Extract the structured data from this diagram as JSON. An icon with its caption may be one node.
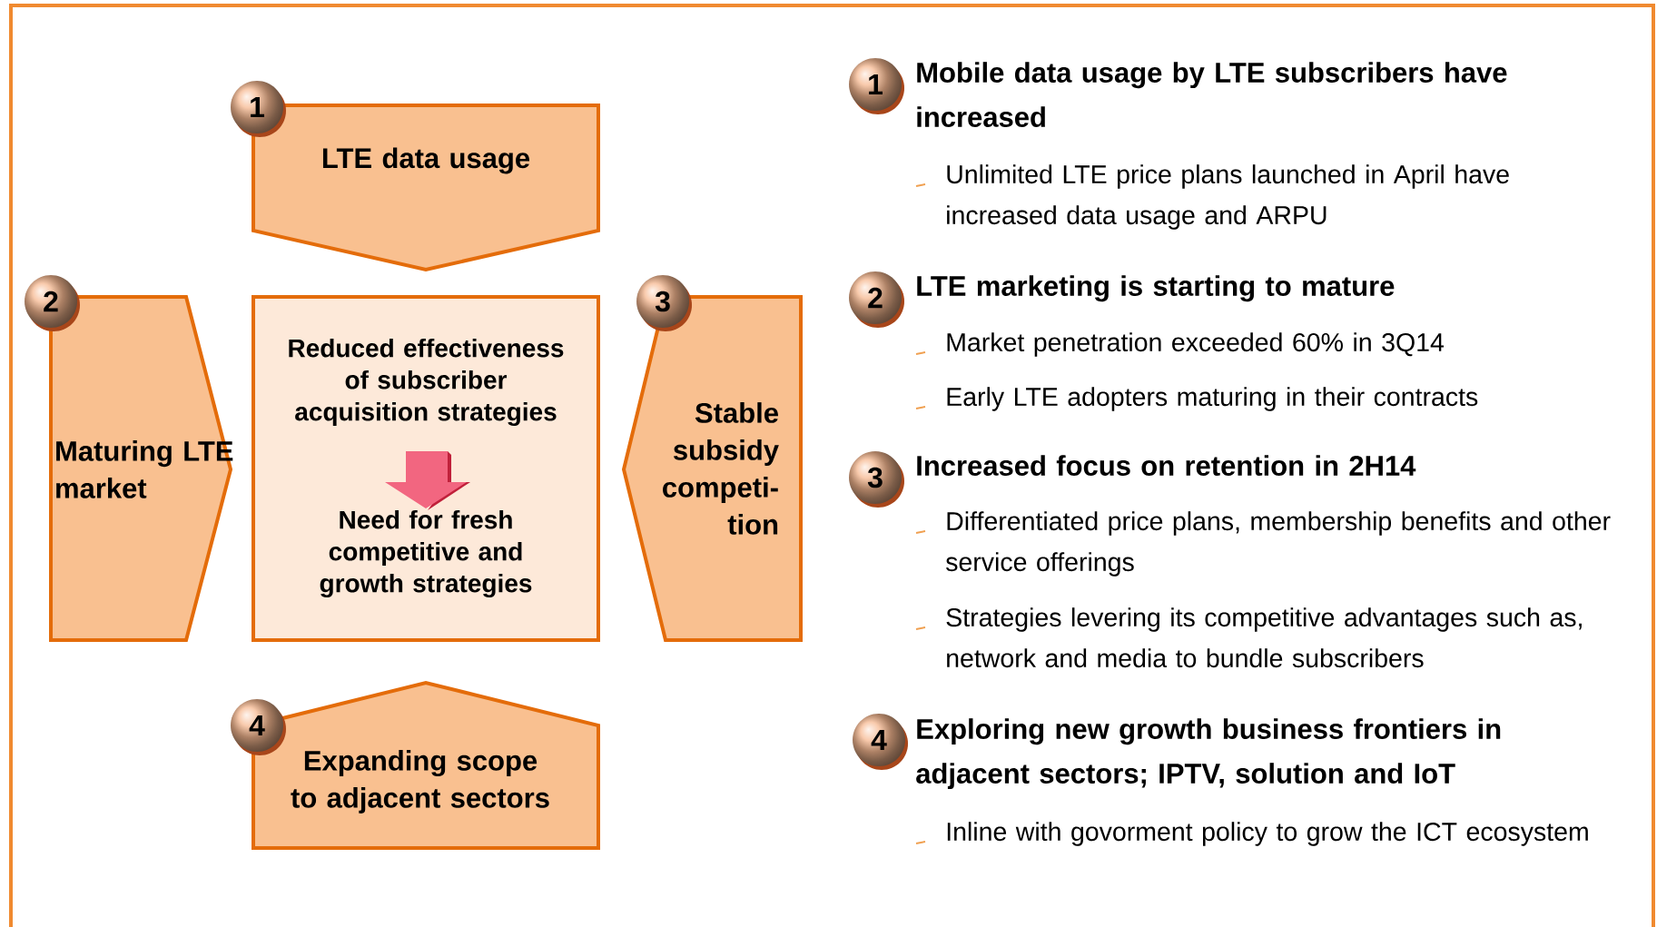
{
  "diagram": {
    "nodes": [
      {
        "text": [
          "1"
        ]
      },
      {
        "text": [
          "LTE data usage"
        ]
      },
      {
        "text": [
          "2"
        ]
      },
      {
        "text": [
          "Maturing LTE market"
        ]
      },
      {
        "text": [
          "Reduced effectiveness of subscriber acquisition strategies",
          "Need for fresh competitive and growth strategies"
        ]
      },
      {
        "text": [
          "3"
        ]
      },
      {
        "text": [
          "Stable subsidy competi- tion"
        ]
      },
      {
        "text": [
          "4"
        ]
      },
      {
        "text": [
          "Expanding scope to adjacent sectors"
        ]
      },
      {
        "text": [
          "1"
        ]
      },
      {
        "text": [
          "2"
        ]
      },
      {
        "text": [
          "3"
        ]
      },
      {
        "text": [
          "4"
        ]
      }
    ],
    "labels": [
      "Mobile data usage by LTE subscribers have increased",
      "Unlimited LTE price plans launched in April have increased data usage and ARPU",
      "LTE marketing is starting to mature",
      "Market penetration exceeded 60% in 3Q14",
      "Early LTE adopters maturing in their contracts",
      "Increased focus on retention in 2H14",
      "Differentiated price plans, membership benefits and other service offerings",
      "Strategies levering its competitive advantages such as, network and media to bundle subscribers",
      "Exploring new growth business frontiers in adjacent sectors; IPTV, solution and IoT",
      "Inline with govorment policy to grow the ICT ecosystem"
    ]
  }
}
